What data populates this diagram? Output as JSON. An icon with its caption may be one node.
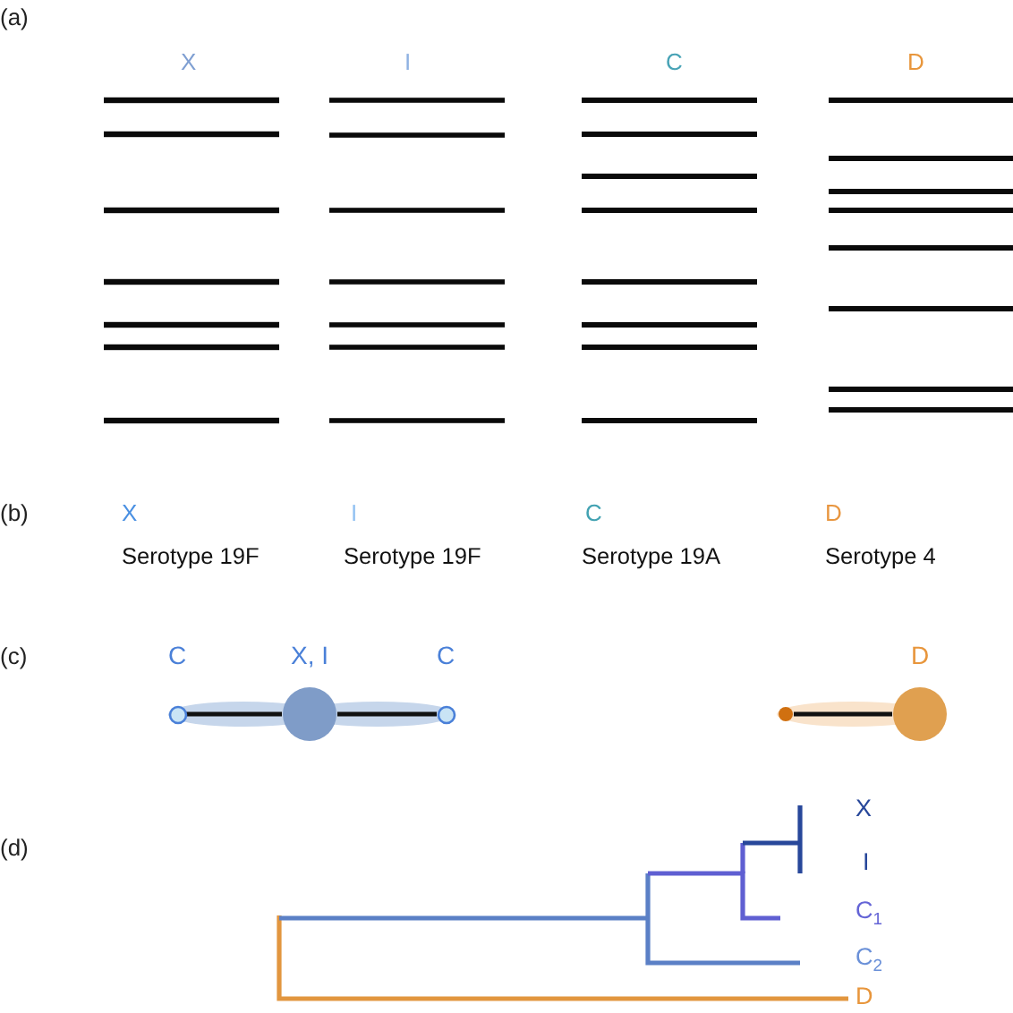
{
  "diagram": {
    "nodes": [
      {
        "text": [
          "C"
        ]
      },
      {
        "text": [
          "X, I"
        ]
      },
      {
        "text": [
          "C"
        ]
      },
      {
        "text": [],
        "shape": "circle"
      },
      {
        "text": [
          "D"
        ]
      }
    ],
    "edges": [
      {
        "from": 0,
        "to": 1,
        "arrow": "none"
      },
      {
        "from": 1,
        "to": 2,
        "arrow": "none"
      },
      {
        "from": 3,
        "to": 4,
        "arrow": "none"
      }
    ],
    "labels": [
      "(a)",
      "X",
      "I",
      "C",
      "D",
      "(b)",
      "X",
      "I",
      "C",
      "D",
      "Serotype 19F",
      "Serotype 19F",
      "Serotype 19A",
      "Serotype 4",
      "(c)",
      "(d)",
      "X",
      "I",
      "C$_{1}$",
      "C$_{2}$",
      "D"
    ]
  }
}
